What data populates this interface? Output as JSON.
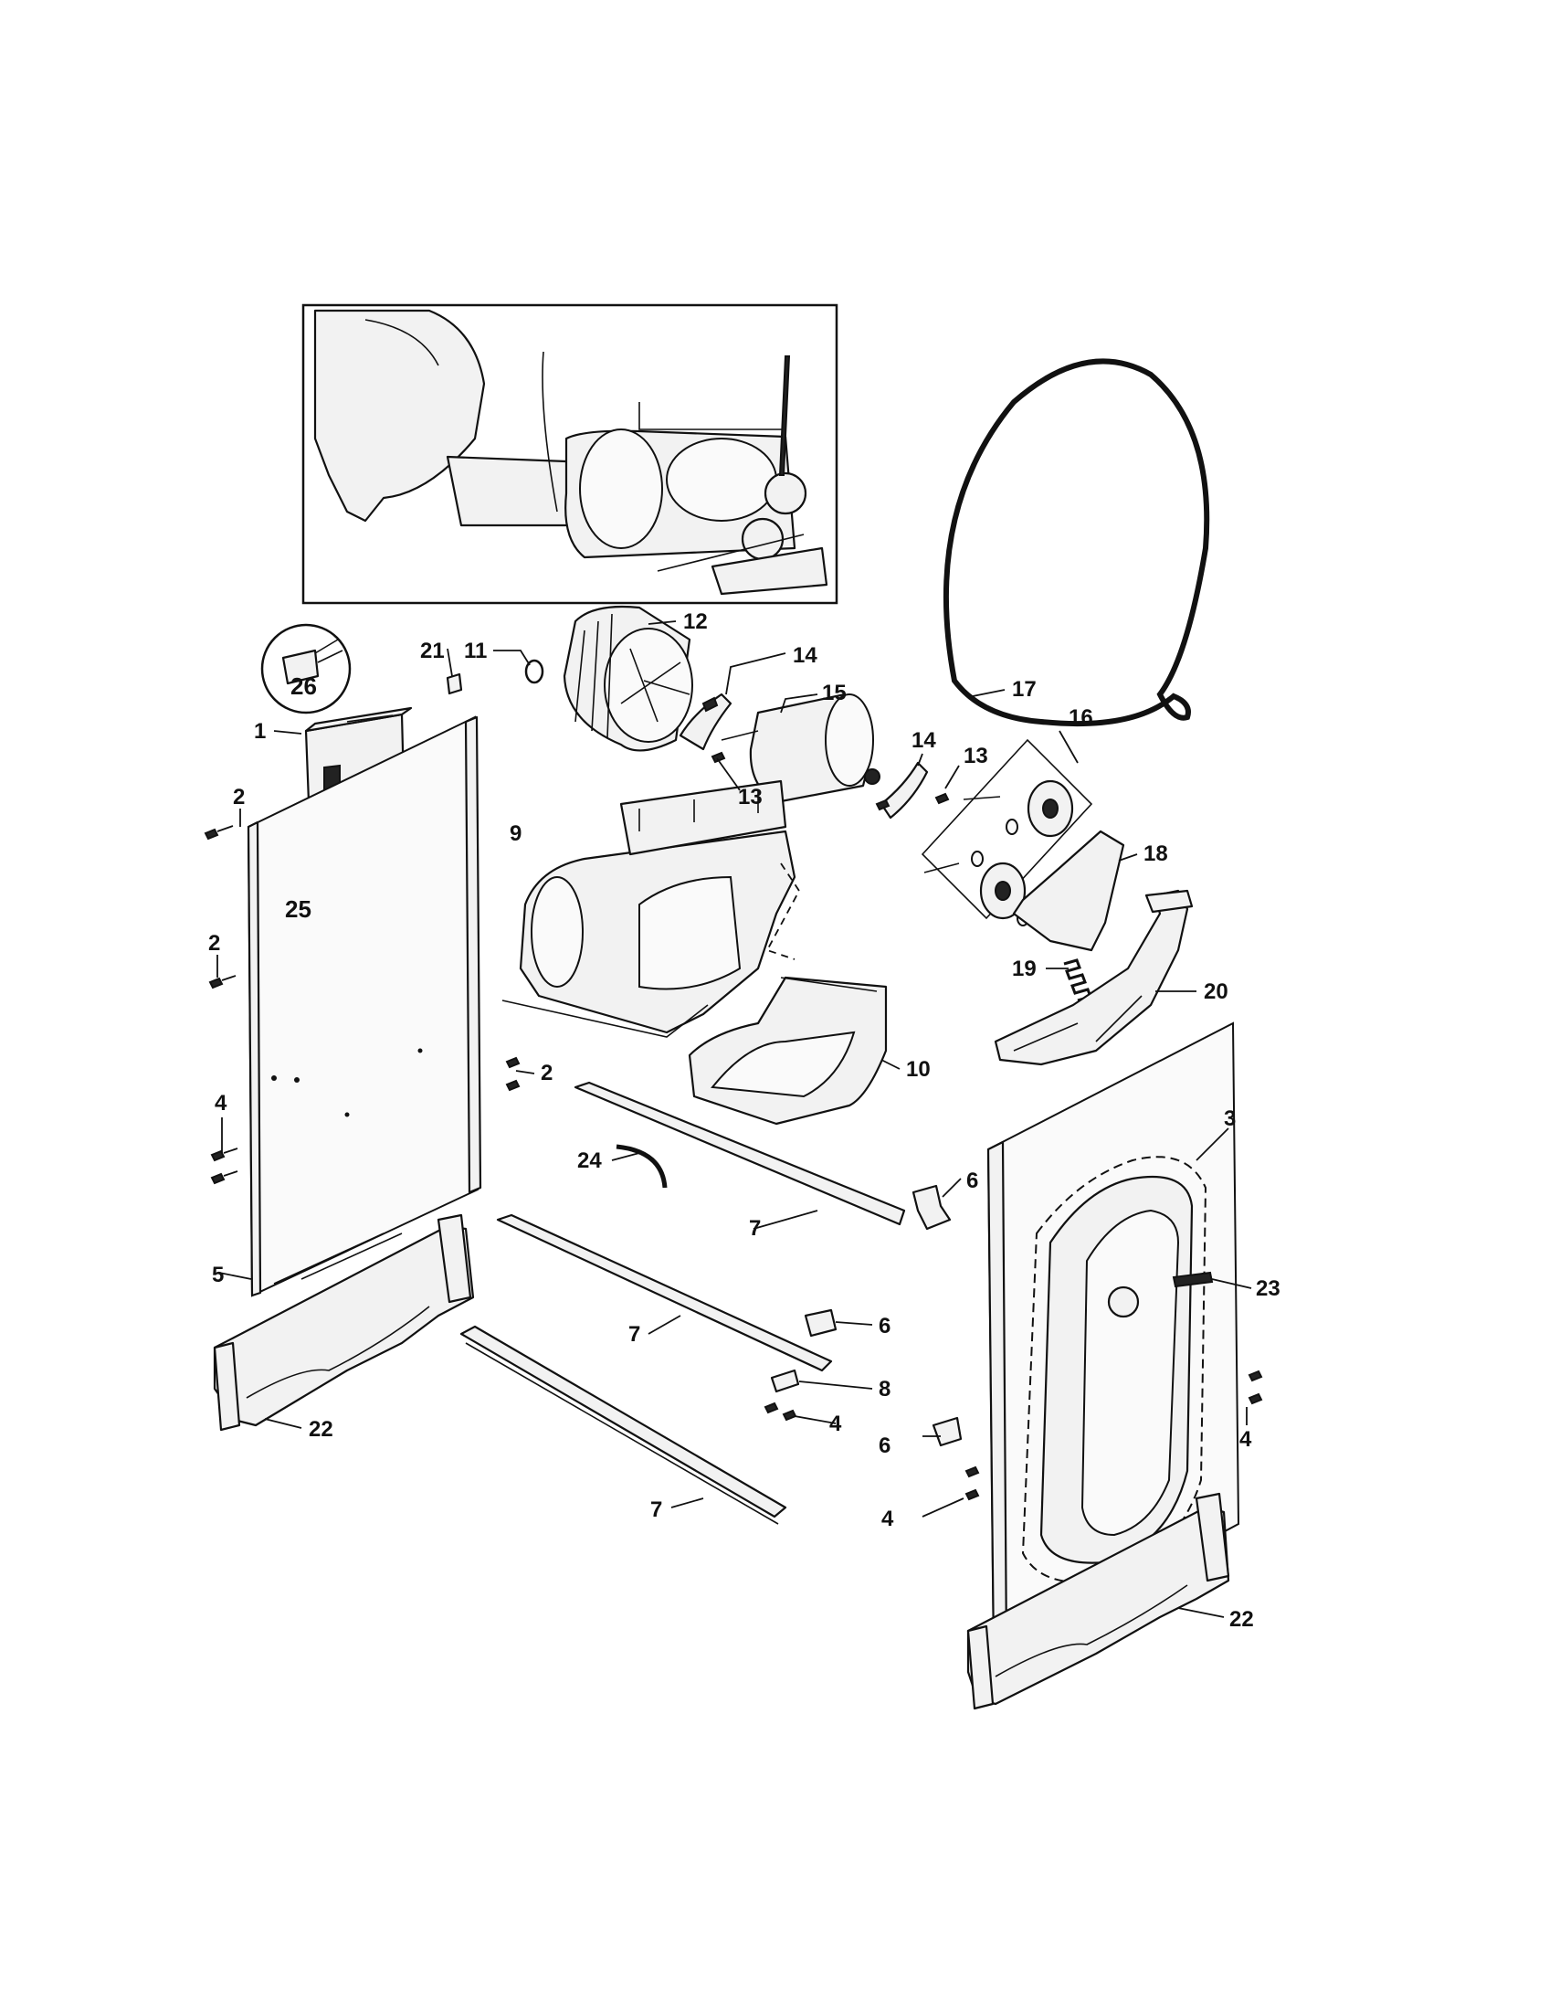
{
  "callouts": {
    "c1": "1",
    "c2a": "2",
    "c2b": "2",
    "c2c": "2",
    "c3": "3",
    "c4a": "4",
    "c4b": "4",
    "c4c": "4",
    "c4d": "4",
    "c5": "5",
    "c6a": "6",
    "c6b": "6",
    "c6c": "6",
    "c7a": "7",
    "c7b": "7",
    "c7c": "7",
    "c8": "8",
    "c9": "9",
    "c10": "10",
    "c11": "11",
    "c12": "12",
    "c13a": "13",
    "c13b": "13",
    "c14a": "14",
    "c14b": "14",
    "c15": "15",
    "c16": "16",
    "c17": "17",
    "c18": "18",
    "c19": "19",
    "c20": "20",
    "c21": "21",
    "c22a": "22",
    "c22b": "22",
    "c23": "23",
    "c24": "24",
    "c25": "25",
    "c26": "26"
  }
}
